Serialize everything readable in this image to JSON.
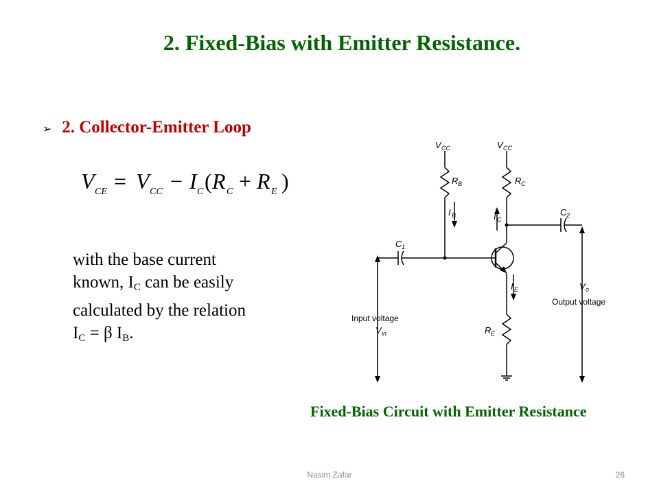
{
  "slide": {
    "title": "2. Fixed-Bias with Emitter Resistance.",
    "bullet": {
      "marker": "➢",
      "text": "2.  Collector-Emitter Loop"
    },
    "equation_image_text": "V_CE = V_CC − I_C(R_C + R_E)",
    "body": {
      "line1": "with the base current",
      "line2_pre": "known, I",
      "line2_sub": "C",
      "line2_post": " can be easily",
      "line3": "calculated by the relation",
      "line4_a": "I",
      "line4_a_sub": "C",
      "line4_mid": "  = β I",
      "line4_b_sub": "B",
      "line4_end": "."
    },
    "caption": "Fixed-Bias Circuit with Emitter Resistance"
  },
  "circuit": {
    "vcc_left": {
      "main": "V",
      "sub": "CC"
    },
    "vcc_right": {
      "main": "V",
      "sub": "CC"
    },
    "rb": {
      "main": "R",
      "sub": "B"
    },
    "rc": {
      "main": "R",
      "sub": "C"
    },
    "re": {
      "main": "R",
      "sub": "E"
    },
    "ib": {
      "main": "I",
      "sub": "B"
    },
    "ic": {
      "main": "I",
      "sub": "C"
    },
    "ie": {
      "main": "I",
      "sub": "E"
    },
    "c1": {
      "main": "C",
      "sub": "1"
    },
    "c2": {
      "main": "C",
      "sub": "2"
    },
    "vo": {
      "main": "V",
      "sub": "o"
    },
    "vin": {
      "main": "V",
      "sub": "in"
    },
    "input_label": "Input voltage",
    "output_label": "Output voltage"
  },
  "footer": {
    "author": "Nasim Zafar",
    "page": "26"
  }
}
